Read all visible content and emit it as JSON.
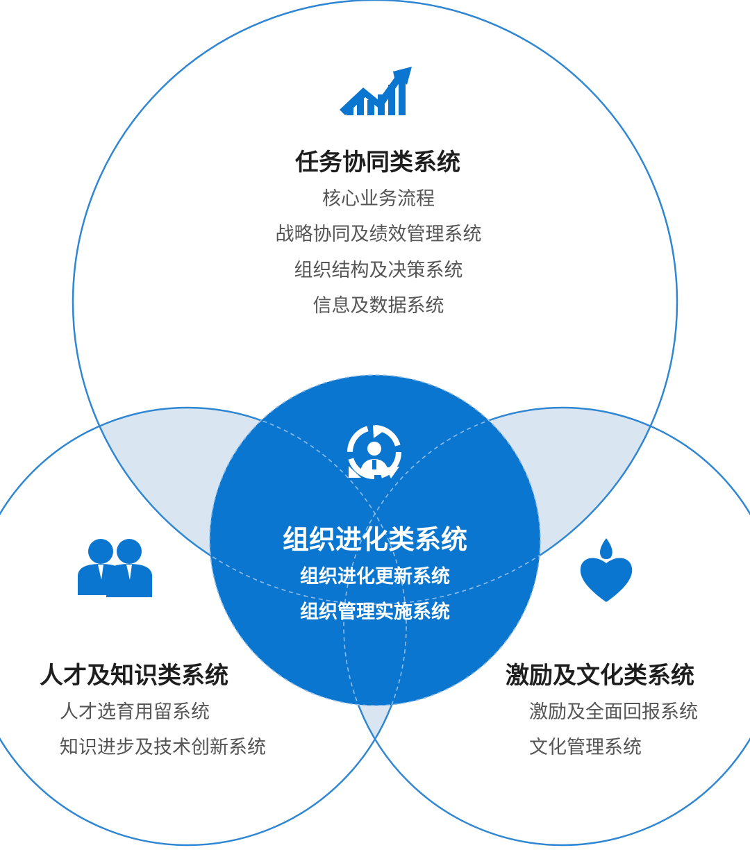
{
  "colors": {
    "accent": "#0a76d0",
    "outline": "#2f86d2",
    "overlap_fill": "#d9e5f0",
    "title_text": "#1e1e1e",
    "item_text": "#555555"
  },
  "top": {
    "icon": "growth-chart-icon",
    "title": "任务协同类系统",
    "items": [
      "核心业务流程",
      "战略协同及绩效管理系统",
      "组织结构及决策系统",
      "信息及数据系统"
    ]
  },
  "center": {
    "icon": "person-cycle-icon",
    "title": "组织进化类系统",
    "items": [
      "组织进化更新系统",
      "组织管理实施系统"
    ]
  },
  "left": {
    "icon": "people-icon",
    "title": "人才及知识类系统",
    "items": [
      "人才选育用留系统",
      "知识进步及技术创新系统"
    ]
  },
  "right": {
    "icon": "heart-flame-icon",
    "title": "激励及文化类系统",
    "items": [
      "激励及全面回报系统",
      "文化管理系统"
    ]
  }
}
